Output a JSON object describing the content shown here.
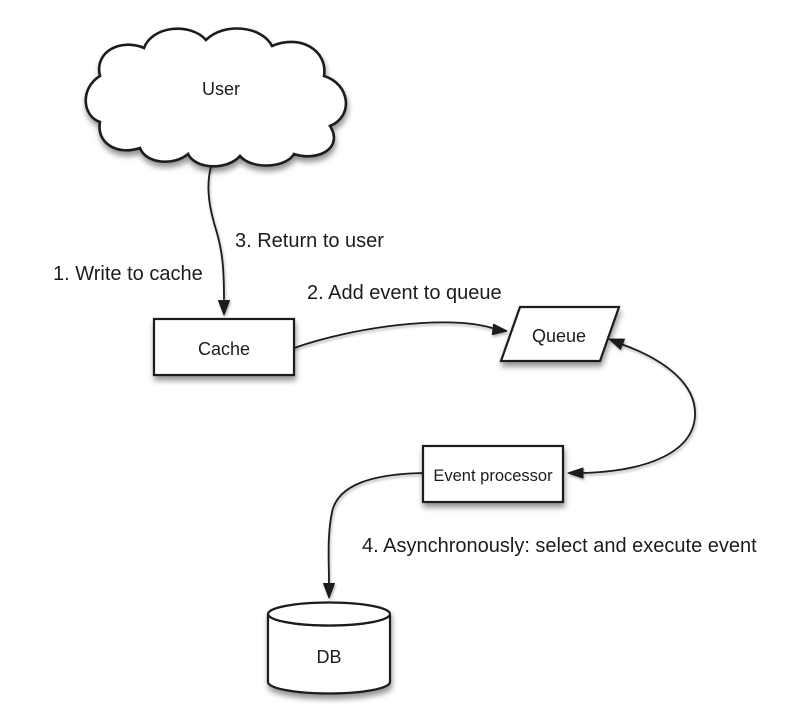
{
  "diagram": {
    "type": "flow-diagram",
    "background_color": "#ffffff",
    "stroke_color": "#1a1a1a",
    "shape_fill_color": "#ffffff",
    "text_color": "#1c1c1c",
    "nodes": {
      "user": {
        "label": "User",
        "shape": "cloud"
      },
      "cache": {
        "label": "Cache",
        "shape": "rectangle"
      },
      "queue": {
        "label": "Queue",
        "shape": "parallelogram"
      },
      "event_processor": {
        "label": "Event processor",
        "shape": "rectangle"
      },
      "db": {
        "label": "DB",
        "shape": "cylinder"
      }
    },
    "steps": [
      {
        "label": "1. Write to cache",
        "from": "user",
        "to": "cache"
      },
      {
        "label": "2. Add event to queue",
        "from": "cache",
        "to": "queue"
      },
      {
        "label": "3. Return to user",
        "from": "cache",
        "to": "user"
      },
      {
        "label": "4. Asynchronously: select and execute event",
        "from": "event_processor",
        "to": "db"
      }
    ],
    "connections": [
      {
        "from": "user",
        "to": "cache",
        "style": "arrow"
      },
      {
        "from": "cache",
        "to": "queue",
        "style": "arrow"
      },
      {
        "from": "queue",
        "to": "event_processor",
        "style": "double-arrow"
      },
      {
        "from": "event_processor",
        "to": "db",
        "style": "arrow"
      }
    ]
  }
}
